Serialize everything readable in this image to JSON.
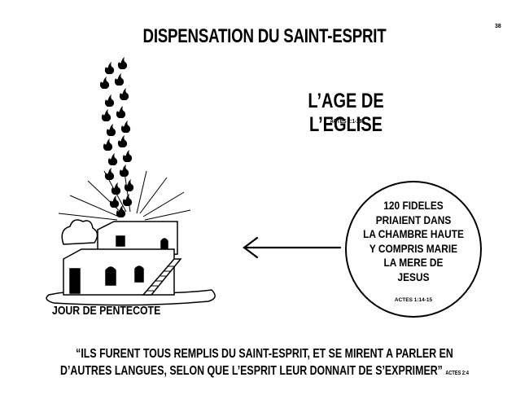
{
  "page_number": "38",
  "title": "DISPENSATION DU SAINT-ESPRIT",
  "subtitle": "L’AGE DE L’EGLISE",
  "subtitle_ref": "ACTES 2:1-18",
  "circle": {
    "lines": [
      "120 FIDELES",
      "PRIAIENT DANS",
      "LA CHAMBRE HAUTE",
      "Y COMPRIS MARIE",
      "LA MERE DE",
      "JESUS"
    ],
    "ref": "ACTES 1:14-15"
  },
  "illustration_caption": "JOUR DE PENTECOTE",
  "quote": {
    "line1": "“ILS FURENT TOUS REMPLIS DU SAINT-ESPRIT, ET SE  MIRENT A PARLER EN",
    "line2": "D’AUTRES  LANGUES, SELON QUE L’ESPRIT LEUR DONNAIT DE S’EXPRIMER”",
    "ref": "ACTES 2:4"
  },
  "icons": [
    "flame-icon",
    "house-icon",
    "arrow-left-icon"
  ]
}
